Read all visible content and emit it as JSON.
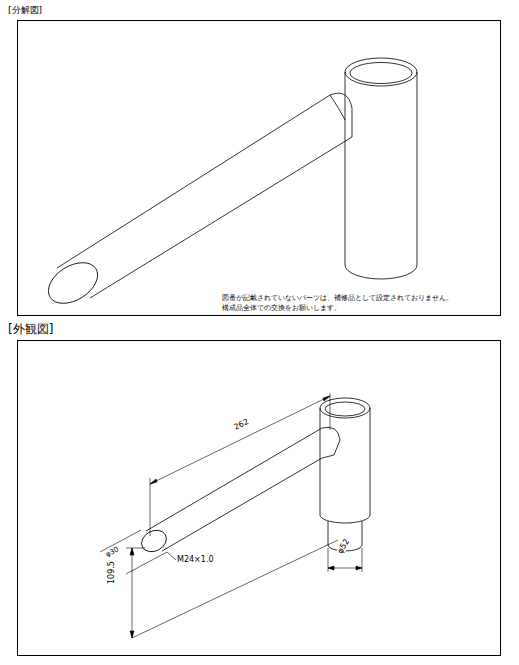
{
  "diagram": {
    "labels": [
      "[分解図]",
      "図番が記載されていないパーツは、補修品として設定されておりません。",
      "構成品全体での交換をお願いします。",
      "[外観図]",
      "262",
      "φ30",
      "M24×1.0",
      "109.5",
      "φ52"
    ]
  }
}
